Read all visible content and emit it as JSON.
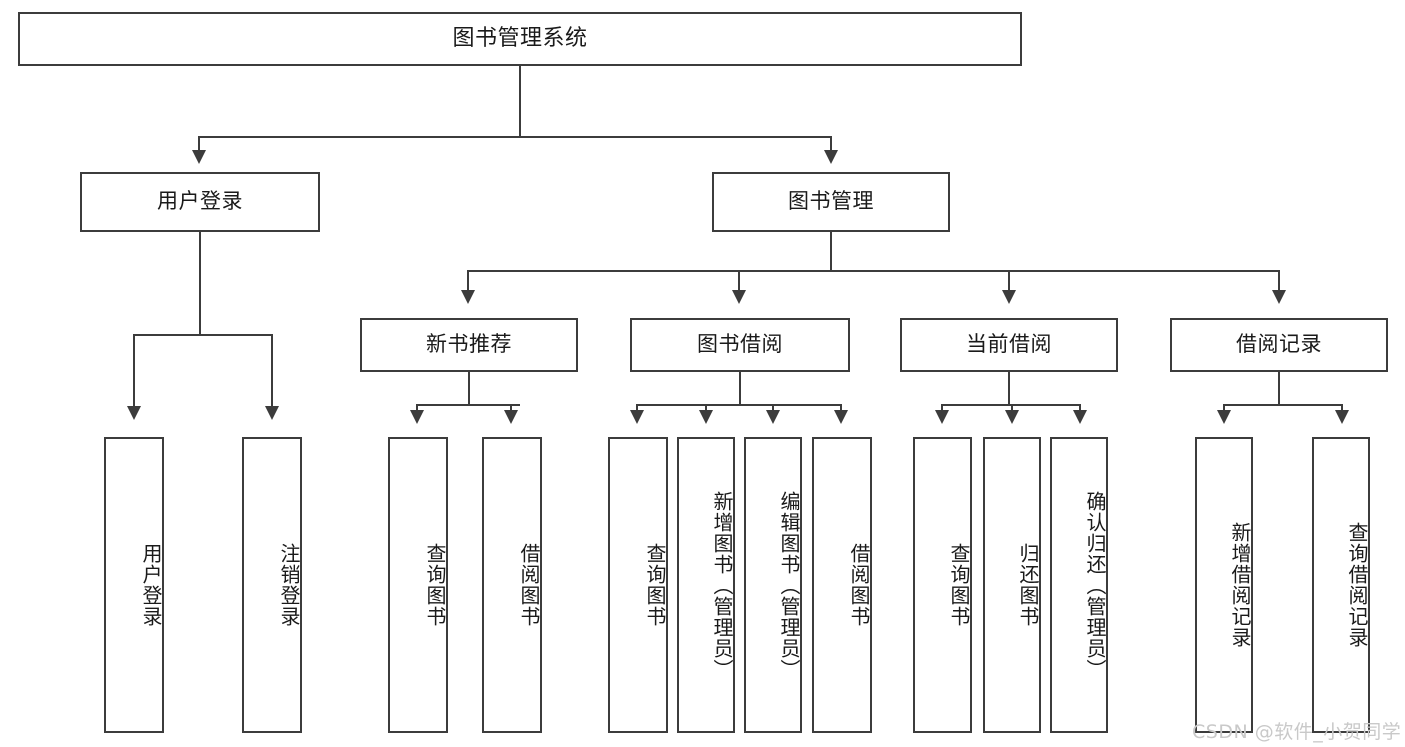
{
  "diagram": {
    "title": "图书管理系统",
    "type": "tree",
    "root": {
      "label": "图书管理系统"
    },
    "level1": [
      {
        "label": "用户登录"
      },
      {
        "label": "图书管理"
      }
    ],
    "level2": [
      {
        "label": "新书推荐",
        "parent": "图书管理"
      },
      {
        "label": "图书借阅",
        "parent": "图书管理"
      },
      {
        "label": "当前借阅",
        "parent": "图书管理"
      },
      {
        "label": "借阅记录",
        "parent": "图书管理"
      }
    ],
    "leaves": [
      {
        "label": "用户登录",
        "parent": "用户登录"
      },
      {
        "label": "注销登录",
        "parent": "用户登录"
      },
      {
        "label": "查询图书",
        "parent": "新书推荐"
      },
      {
        "label": "借阅图书",
        "parent": "新书推荐"
      },
      {
        "label": "查询图书",
        "parent": "图书借阅"
      },
      {
        "label": "新增图书（管理员）",
        "parent": "图书借阅"
      },
      {
        "label": "编辑图书（管理员）",
        "parent": "图书借阅"
      },
      {
        "label": "借阅图书",
        "parent": "图书借阅"
      },
      {
        "label": "查询图书",
        "parent": "当前借阅"
      },
      {
        "label": "归还图书",
        "parent": "当前借阅"
      },
      {
        "label": "确认归还（管理员）",
        "parent": "当前借阅"
      },
      {
        "label": "新增借阅记录",
        "parent": "借阅记录"
      },
      {
        "label": "查询借阅记录",
        "parent": "借阅记录"
      }
    ]
  },
  "watermark": {
    "text": "CSDN @软件_小贺同学"
  },
  "colors": {
    "stroke": "#3c3c3c",
    "background": "#ffffff",
    "text": "#1a1a1a",
    "watermark": "#c9c9c9"
  }
}
